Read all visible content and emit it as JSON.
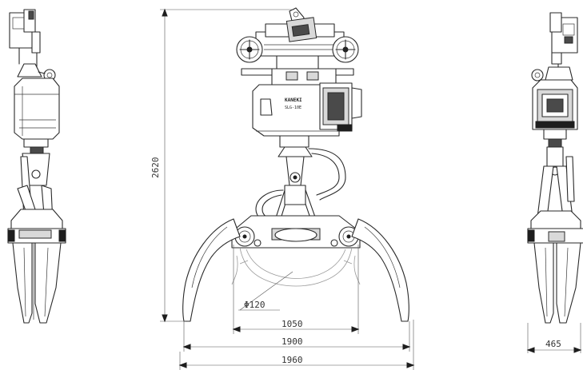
{
  "dimensions": {
    "height": "2620",
    "pin_diameter": "Φ120",
    "inner_span": "1050",
    "tip_span": "1900",
    "max_span": "1960",
    "depth": "465"
  },
  "branding": {
    "maker": "KANEKI",
    "model": "SLG-10E"
  }
}
